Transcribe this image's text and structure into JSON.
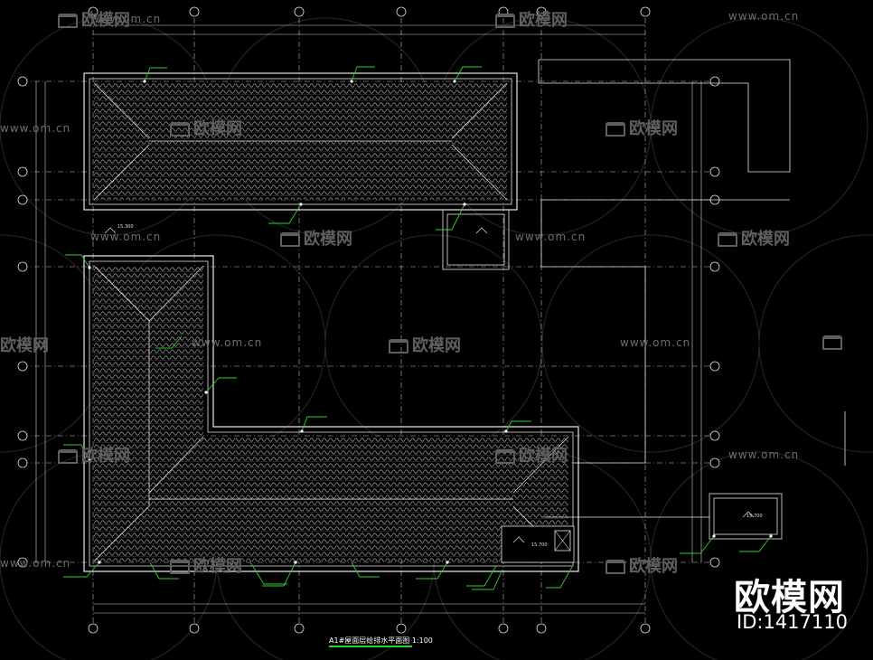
{
  "drawing": {
    "title": "A1#屋面层给排水平面图",
    "scale": "1:100",
    "colors": {
      "background": "#000000",
      "lines": "#e6e6e6",
      "grid": "#cfcfcf",
      "leader": "#2bd12b",
      "watermark": "#5f5f5f"
    }
  },
  "watermark": {
    "url": "www.om.cn",
    "logo": "欧模网",
    "brand": "欧模网",
    "id": "ID:1417110"
  },
  "annotations": {
    "elev_1": "15.300",
    "elev_2": "15.700",
    "elev_3": "15.700"
  },
  "icons": [
    "sofa-logo-icon"
  ]
}
